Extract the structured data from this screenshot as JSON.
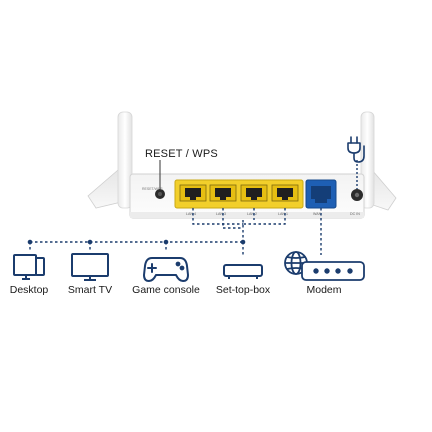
{
  "router": {
    "reset_label": "RESET / WPS",
    "port_labels": {
      "lan4": "LAN 4",
      "lan3": "LAN 3",
      "lan2": "LAN 2",
      "lan1": "LAN 1",
      "wan": "WAN",
      "dc": "DC IN"
    },
    "colors": {
      "lan": "#f2cf2b",
      "wan": "#1e5fb4",
      "line": "#1b3c6d",
      "body": "#f7f7f7"
    }
  },
  "devices": [
    {
      "label": "Desktop",
      "icon": "desktop-icon"
    },
    {
      "label": "Smart TV",
      "icon": "tv-icon"
    },
    {
      "label": "Game console",
      "icon": "gamepad-icon"
    },
    {
      "label": "Set-top-box",
      "icon": "settop-box-icon"
    },
    {
      "label": "Modem",
      "icon": "modem-globe-icon"
    }
  ],
  "power_icon": "power-plug-icon"
}
